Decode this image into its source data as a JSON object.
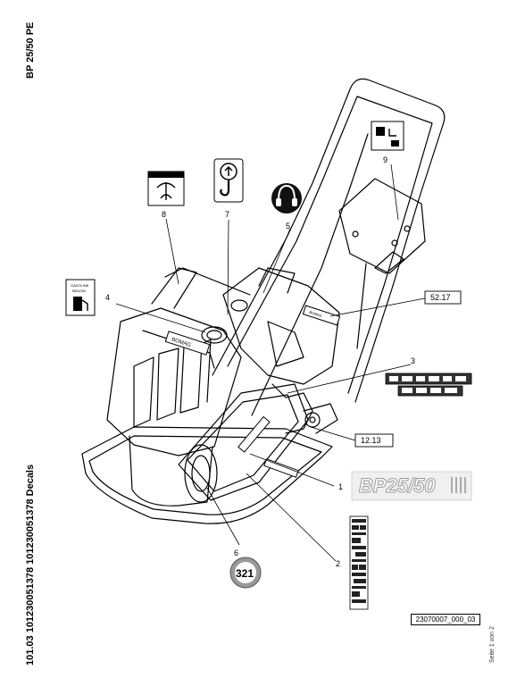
{
  "header": {
    "model": "BP 25/50 PE"
  },
  "footer": {
    "document": "101.03 101230051378 101230051378 Decals",
    "page": "Seite 1 von 2",
    "drawing_ref": "23070007_000_03"
  },
  "callouts": {
    "c1": "1",
    "c2": "2",
    "c3": "3",
    "c4": "4",
    "c5": "5",
    "c6": "6",
    "c7": "7",
    "c8": "8",
    "c9": "9"
  },
  "boxed_refs": {
    "r1": "52.17",
    "r2": "12.13"
  },
  "decal_text": {
    "brand": "BOMAG",
    "model_decal": "BP25/50",
    "fuel_decal_line1": "GASOLINE",
    "fuel_decal_line2": "BENZIN",
    "sequence_decal": "321"
  },
  "colors": {
    "line": "#000000",
    "decal_grey": "#888888",
    "background": "#ffffff"
  }
}
